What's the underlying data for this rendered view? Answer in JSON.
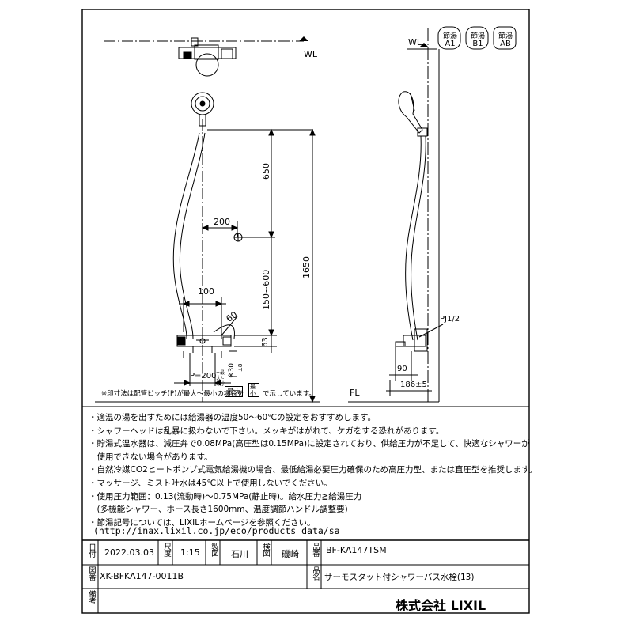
{
  "drawing": {
    "wl_left": "WL",
    "wl_right": "WL",
    "fl": "FL",
    "dim_650": "650",
    "dim_200": "200",
    "dim_1650": "1650",
    "dim_150_600": "150~600",
    "dim_100": "100",
    "dim_60": "60",
    "dim_63": "63",
    "dim_p": "P=200",
    "dim_p_sub": "+最大/-最小",
    "dim_30": "※30",
    "dim_30_sub": "±8",
    "footnote_main": "※印寸法は配管ピッチ(P)が最大～最小の場合を",
    "footnote_box1": "最大",
    "footnote_box2": "最小",
    "footnote_tail": "で示しています。",
    "dim_pj": "PJ1/2",
    "dim_90": "90",
    "dim_186": "186±5",
    "badges": [
      {
        "top": "節湯",
        "bottom": "A1"
      },
      {
        "top": "節湯",
        "bottom": "B1"
      },
      {
        "top": "節湯",
        "bottom": "AB"
      }
    ]
  },
  "notes": [
    "・適温の湯を出すためには給湯器の温度50～60℃の設定をおすすめします。",
    "・シャワーヘッドは乱暴に扱わないで下さい。メッキがはがれて、ケガをする恐れがあります。",
    "・貯湯式温水器は、減圧弁で0.08MPa(高圧型は0.15MPa)に設定されており、供給圧力が不足して、快適なシャワーが",
    "　使用できない場合があります。",
    "・自然冷媒CO2ヒートポンプ式電気給湯機の場合、最低給湯必要圧力確保のため高圧力型、または直圧型を推奨します。",
    "・マッサージ、ミスト吐水は45℃以上で使用しないでください。",
    "・使用圧力範囲：0.13(流動時)～0.75MPa(静止時)。給水圧力≧給湯圧力",
    "　(多機能シャワー、ホース長さ1600mm、温度調節ハンドル調整要)",
    "・節湯記号については、LIXILホームページを参照ください。"
  ],
  "url": "(http://inax.lixil.co.jp/eco/products_data/sa",
  "title_block": {
    "date_label": "日付",
    "date": "2022.03.03",
    "scale_label": "尺度",
    "scale": "1:15",
    "drawn_label": "製図",
    "drawn": "石川",
    "checked_label": "検図",
    "checked": "磯崎",
    "product_no_label": "品番",
    "product_no": "BF-KA147TSM",
    "drawing_no_label": "図番",
    "drawing_no": "XK-BFKA147-0011B",
    "product_name_label": "品名",
    "product_name": "サーモスタット付シャワーバス水栓(13)",
    "remarks_label": "備考",
    "company": "株式会社 LIXIL"
  }
}
